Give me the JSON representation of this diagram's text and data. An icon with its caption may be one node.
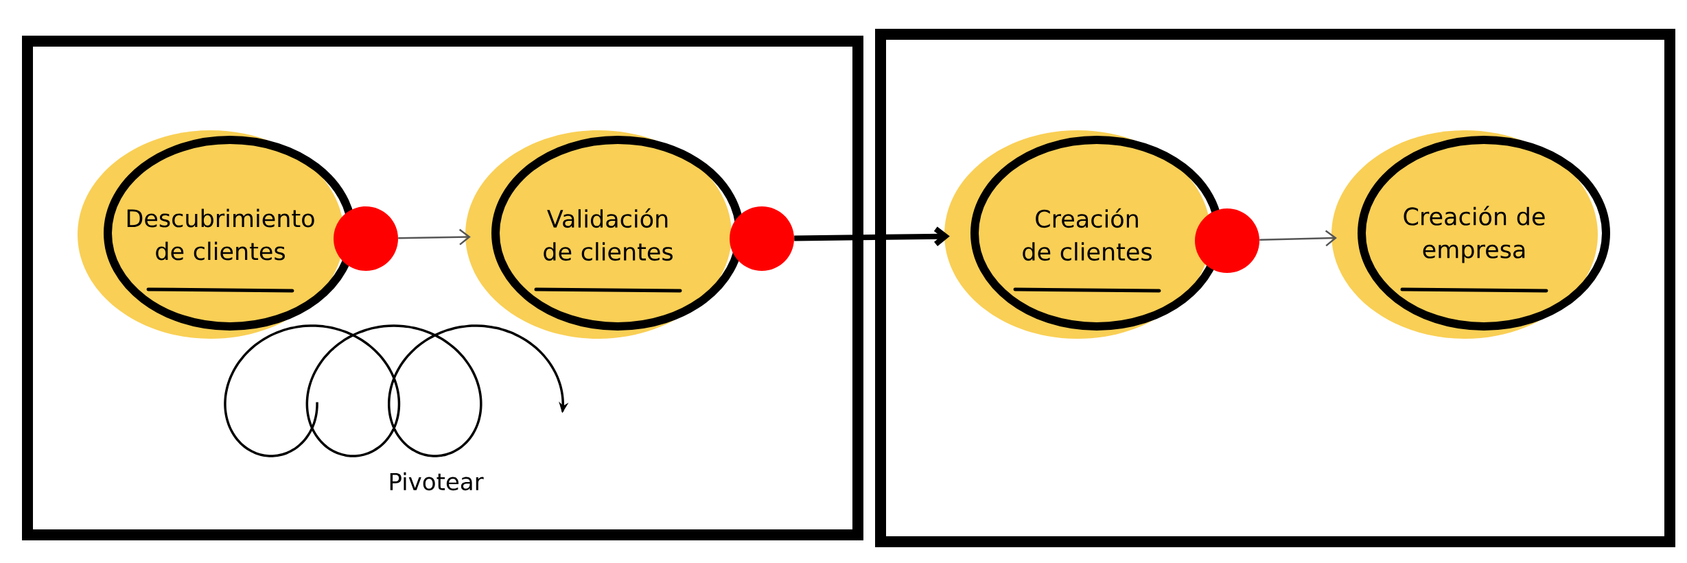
{
  "diagram": {
    "nodes": [
      {
        "text": [],
        "shape": "box"
      },
      {
        "text": [
          "Descubrimiento de clientes"
        ],
        "in": 0
      },
      {
        "text": [],
        "shape": "circle",
        "in": 0
      },
      {
        "text": [
          "Validación de clientes"
        ],
        "in": 0
      },
      {
        "text": [],
        "shape": "circle",
        "in": 0
      },
      {
        "text": [],
        "shape": "box"
      },
      {
        "text": [
          "Creación de clientes"
        ],
        "in": 5
      },
      {
        "text": [],
        "shape": "circle",
        "in": 5
      },
      {
        "text": [
          "Creación de empresa"
        ],
        "in": 5
      }
    ],
    "edges": [
      {
        "from": 2,
        "to": 3,
        "arrow": "to"
      },
      {
        "from": 4,
        "to": 6,
        "arrow": "to",
        "style": "thick",
        "color": "#000000"
      },
      {
        "from": 7,
        "to": 8,
        "arrow": "to"
      }
    ],
    "labels": [
      "Pivotear"
    ]
  }
}
